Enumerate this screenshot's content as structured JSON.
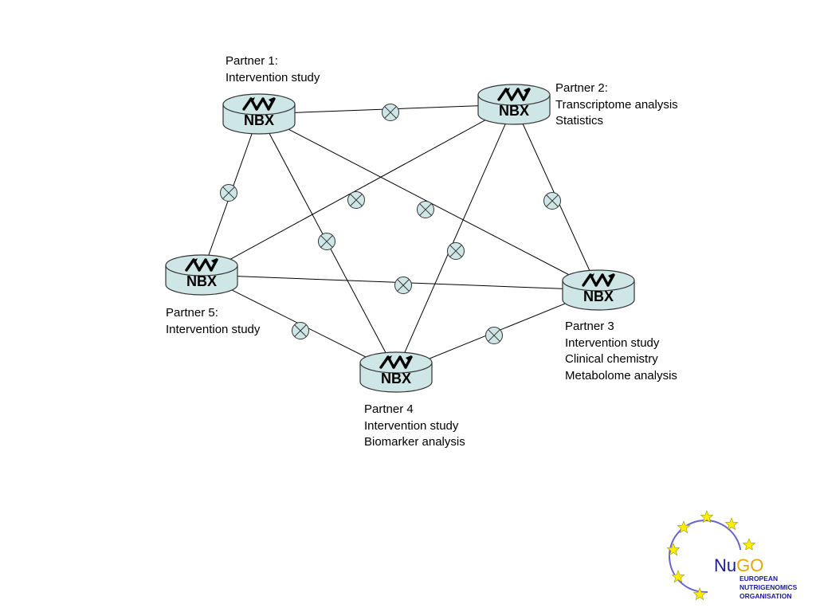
{
  "node_label": "NBX",
  "nodes": [
    {
      "id": "p1",
      "lines": [
        "Partner 1:",
        "Intervention study"
      ]
    },
    {
      "id": "p2",
      "lines": [
        "Partner 2:",
        "Transcriptome analysis",
        "Statistics"
      ]
    },
    {
      "id": "p3",
      "lines": [
        "Partner 3",
        "Intervention study",
        "Clinical chemistry",
        "Metabolome analysis"
      ]
    },
    {
      "id": "p4",
      "lines": [
        "Partner 4",
        "Intervention study",
        "Biomarker analysis"
      ]
    },
    {
      "id": "p5",
      "lines": [
        "Partner 5:",
        "Intervention study"
      ]
    }
  ],
  "edges": [
    [
      "p1",
      "p2"
    ],
    [
      "p1",
      "p5"
    ],
    [
      "p1",
      "p3"
    ],
    [
      "p1",
      "p4"
    ],
    [
      "p2",
      "p5"
    ],
    [
      "p2",
      "p3"
    ],
    [
      "p2",
      "p4"
    ],
    [
      "p5",
      "p3"
    ],
    [
      "p5",
      "p4"
    ],
    [
      "p4",
      "p3"
    ]
  ],
  "colors": {
    "router_fill": "#cfe6e6",
    "router_stroke": "#333333",
    "line": "#000000",
    "logo_ring": "#6666cc",
    "logo_star": "#ffee00",
    "logo_go": "#e5a800",
    "logo_nu": "#1a1a9a"
  },
  "logo": {
    "nu": "Nu",
    "go": "GO",
    "line1": "EUROPEAN",
    "line2": "NUTRIGENOMICS",
    "line3": "ORGANISATION"
  }
}
